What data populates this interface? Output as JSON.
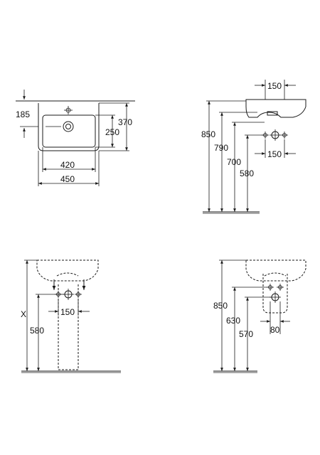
{
  "views": {
    "top_view": {
      "dim_185": "185",
      "dim_370": "370",
      "dim_250": "250",
      "dim_420": "420",
      "dim_450": "450"
    },
    "front_view": {
      "dim_150_top": "150",
      "dim_850": "850",
      "dim_790": "790",
      "dim_700": "700",
      "dim_580": "580",
      "dim_150": "150"
    },
    "pedestal_view": {
      "dim_x": "X",
      "dim_580": "580",
      "dim_150": "150"
    },
    "semi_pedestal_view": {
      "dim_850": "850",
      "dim_630": "630",
      "dim_570": "570",
      "dim_80": "80"
    }
  }
}
